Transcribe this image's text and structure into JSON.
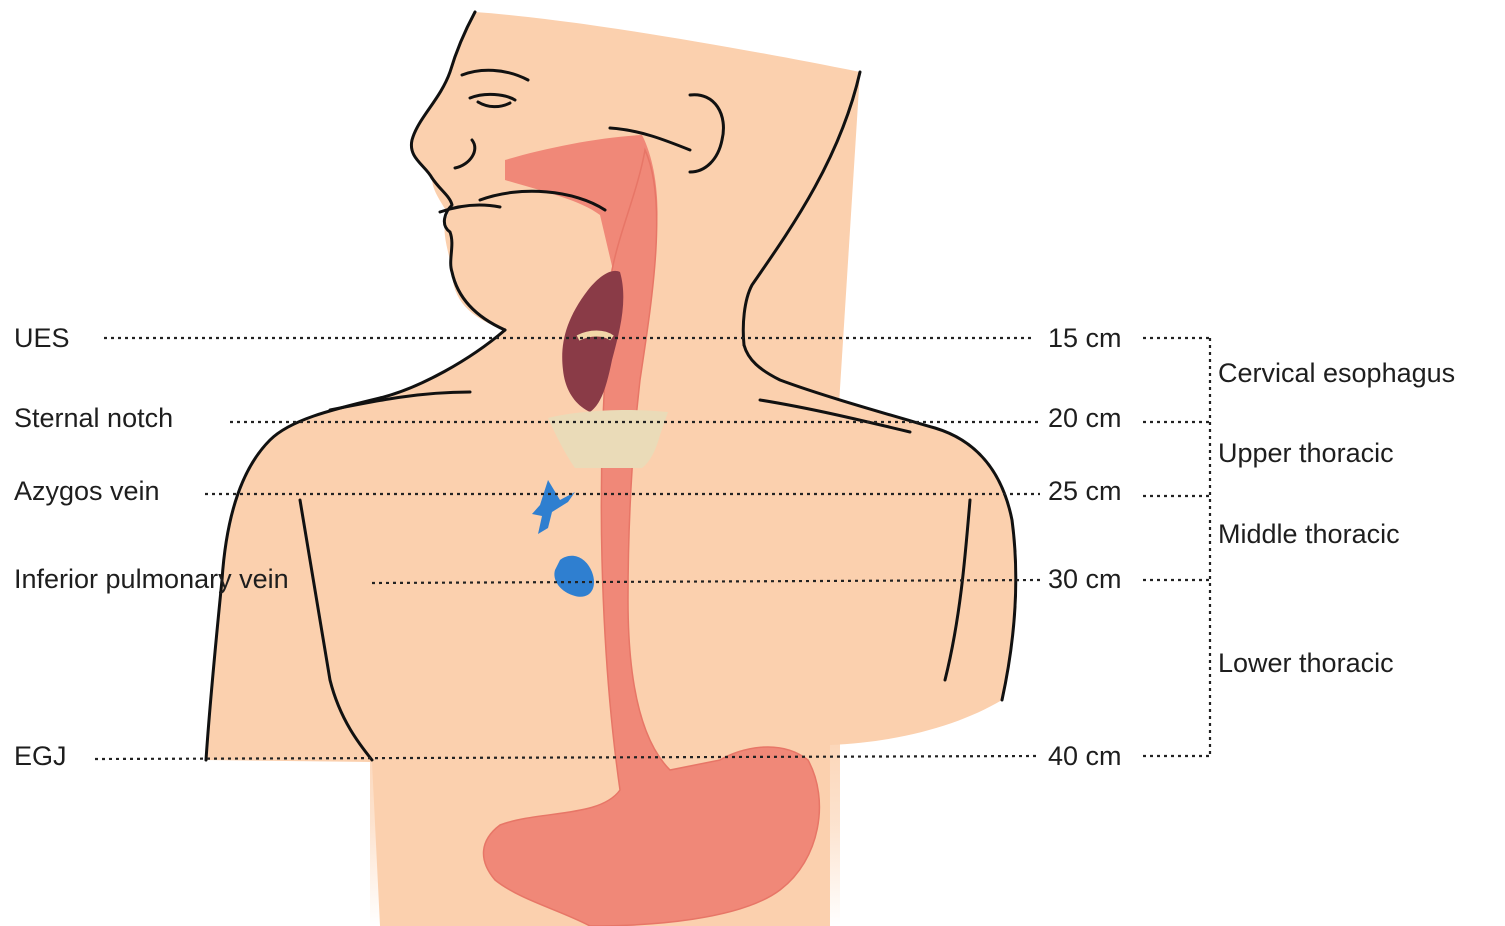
{
  "landmarks": [
    {
      "name": "UES",
      "distance": "15 cm"
    },
    {
      "name": "Sternal notch",
      "distance": "20 cm"
    },
    {
      "name": "Azygos vein",
      "distance": "25 cm"
    },
    {
      "name": "Inferior pulmonary vein",
      "distance": "30 cm"
    },
    {
      "name": "EGJ",
      "distance": "40 cm"
    }
  ],
  "segments": [
    "Cervical esophagus",
    "Upper thoracic",
    "Middle thoracic",
    "Lower thoracic"
  ],
  "colors": {
    "skin": "#fbd0ae",
    "esophagus": "#f08878",
    "esophagus_wall": "#e77667",
    "larynx": "#8a3b47",
    "sternum": "#eadbb8",
    "vein": "#2f7fd0",
    "outline": "#111111"
  }
}
